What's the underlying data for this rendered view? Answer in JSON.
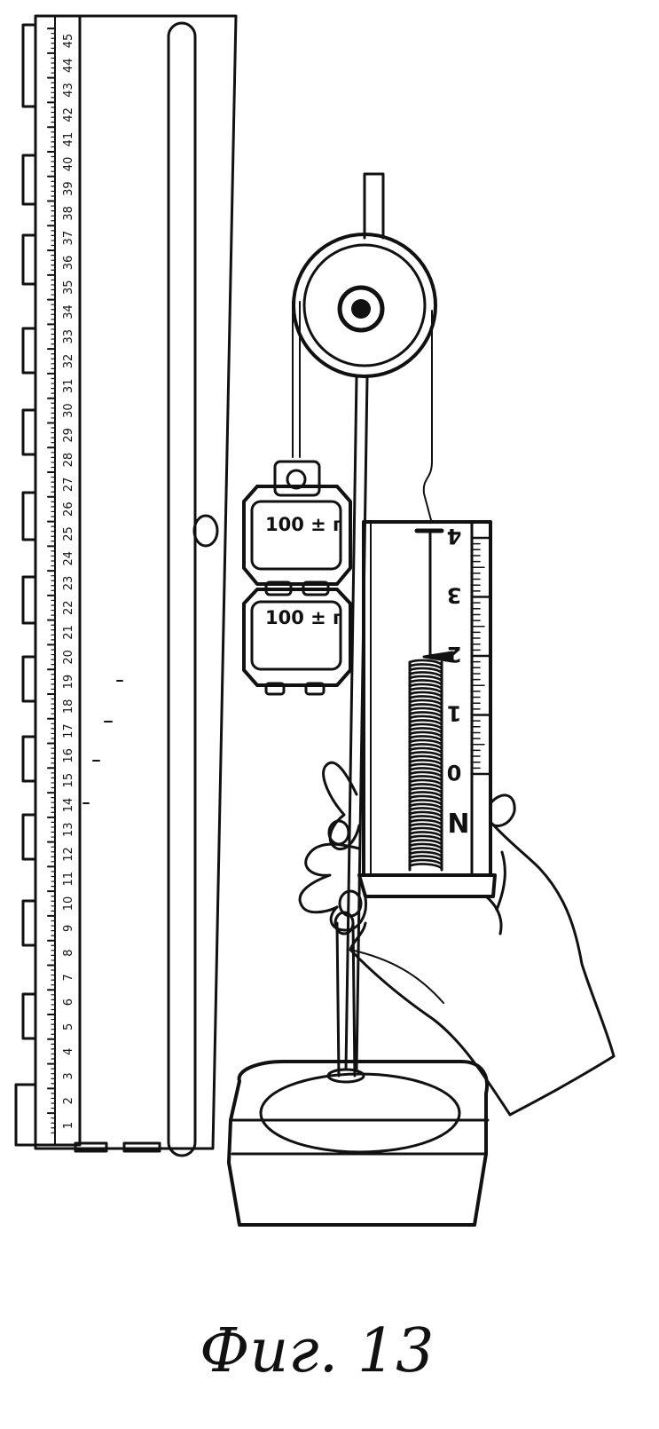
{
  "ruler": {
    "numbers": [
      "1",
      "2",
      "3",
      "4",
      "5",
      "6",
      "7",
      "8",
      "9",
      "10",
      "11",
      "12",
      "13",
      "14",
      "15",
      "16",
      "17",
      "18",
      "19",
      "20",
      "21",
      "22",
      "23",
      "24",
      "25",
      "26",
      "27",
      "28",
      "29",
      "30",
      "31",
      "32",
      "33",
      "34",
      "35",
      "36",
      "37",
      "38",
      "39",
      "40",
      "41",
      "42",
      "43",
      "44",
      "45"
    ]
  },
  "weights": [
    {
      "label": "100 ± г"
    },
    {
      "label": "100 ± г"
    }
  ],
  "dynamometer": {
    "scale_numbers": [
      "0",
      "1",
      "2",
      "3",
      "4"
    ],
    "unit": "N"
  },
  "caption": "Фиг. 13"
}
